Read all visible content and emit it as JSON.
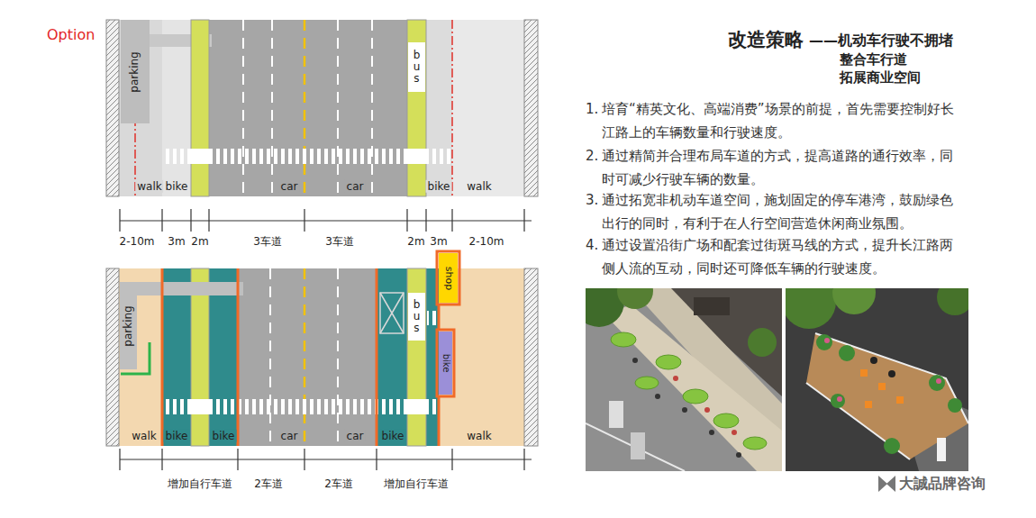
{
  "diagram": {
    "title": "改造策略",
    "nodes": [
      {
        "text": [
          "parking"
        ]
      },
      {
        "text": [
          "bus"
        ]
      },
      {
        "text": [
          "parking"
        ]
      },
      {
        "text": [
          "shop"
        ]
      },
      {
        "text": [
          "bus"
        ]
      },
      {
        "text": [
          "bike"
        ]
      }
    ],
    "labels": [
      "Option",
      "walk",
      "bike",
      "car",
      "car",
      "bike",
      "walk",
      "2-10m",
      "3m",
      "2m",
      "3车道",
      "3车道",
      "2m",
      "3m",
      "2-10m",
      "walk",
      "bike",
      "bike",
      "car",
      "car",
      "bike",
      "walk",
      "增加自行车道",
      "2车道",
      "2车道",
      "增加自行车道",
      "——机动车行驶不拥堵",
      "整合车行道",
      "拓展商业空间",
      "1.",
      "培育“精英文化、高端消费”场景的前提，首先需要控制好长江路上的车辆数量和行驶速度。",
      "2.",
      "通过精简并合理布局车道的方式，提高道路的通行效率，同时可减少行驶车辆的数量。",
      "3.",
      "通过拓宽非机动车道空间，施划固定的停车港湾，鼓励绿色出行的同时，有利于在人行空间营造休闲商业氛围。",
      "4.",
      "通过设置沿街广场和配套过街斑马线的方式，提升长江路两侧人流的互动，同时还可降低车辆的行驶速度。",
      "大誠品牌咨询"
    ]
  }
}
